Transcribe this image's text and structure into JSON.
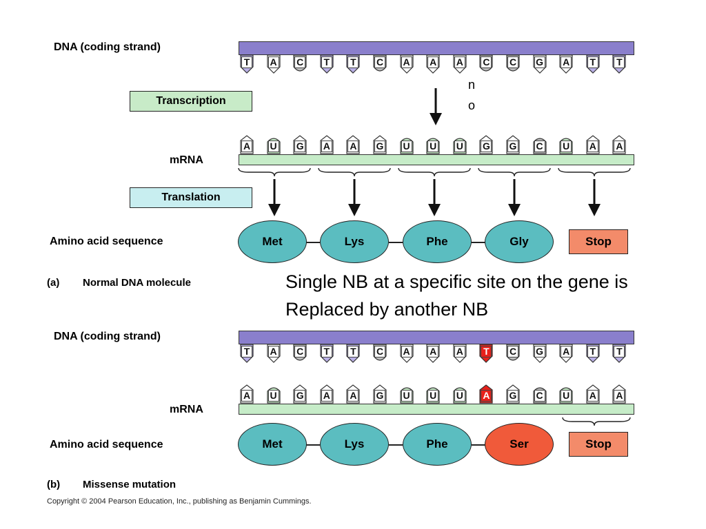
{
  "labels": {
    "dna_coding_strand": "DNA (coding strand)",
    "mrna": "mRNA",
    "amino_acid_sequence": "Amino acid sequence",
    "transcription": "Transcription",
    "translation": "Translation",
    "normal_prefix": "(a)",
    "normal_title": "Normal DNA molecule",
    "mutation_prefix": "(b)",
    "mutation_title": "Missense mutation",
    "copyright": "Copyright © 2004 Pearson Education, Inc., publishing as Benjamin Cummings."
  },
  "annotation": {
    "line1": "Single NB at a specific site on the gene is",
    "line2": "Replaced by another NB",
    "scribble_n": "n",
    "scribble_o": "o"
  },
  "normal": {
    "dna": [
      "T",
      "A",
      "C",
      "T",
      "T",
      "C",
      "A",
      "A",
      "A",
      "C",
      "C",
      "G",
      "A",
      "T",
      "T"
    ],
    "mrna": [
      "A",
      "U",
      "G",
      "A",
      "A",
      "G",
      "U",
      "U",
      "U",
      "G",
      "G",
      "C",
      "U",
      "A",
      "A"
    ],
    "amino_acids": [
      "Met",
      "Lys",
      "Phe",
      "Gly"
    ],
    "stop": "Stop"
  },
  "mutant": {
    "dna": [
      "T",
      "A",
      "C",
      "T",
      "T",
      "C",
      "A",
      "A",
      "A",
      "T",
      "C",
      "G",
      "A",
      "T",
      "T"
    ],
    "mrna": [
      "A",
      "U",
      "G",
      "A",
      "A",
      "G",
      "U",
      "U",
      "U",
      "A",
      "G",
      "C",
      "U",
      "A",
      "A"
    ],
    "mutated_index": 9,
    "amino_acids": [
      "Met",
      "Lys",
      "Phe",
      "Ser"
    ],
    "stop": "Stop"
  },
  "colors": {
    "dna_backbone": "#8a7fcc",
    "mrna_backbone": "#c6ecc8",
    "amino_acid": "#5bbdc0",
    "mutant_amino_acid": "#f05a3a",
    "stop_box": "#f38b6a",
    "mutation_highlight": "#e8201a"
  }
}
